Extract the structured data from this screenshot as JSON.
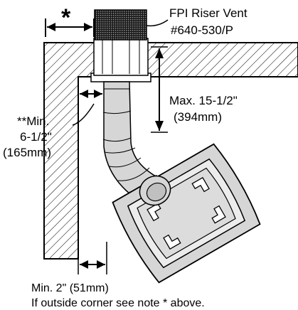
{
  "labels": {
    "star_marker": "*",
    "vent_name": "FPI Riser Vent",
    "vent_part": "#640-530/P",
    "max_line1": "Max. 15-1/2\"",
    "max_line2": "(394mm)",
    "min_side_line1": "**Min.",
    "min_side_line2": "6-1/2\"",
    "min_side_line3": "(165mm)",
    "min_bottom_line1": "Min. 2\" (51mm)",
    "min_bottom_line2": "If outside corner see note * above."
  }
}
